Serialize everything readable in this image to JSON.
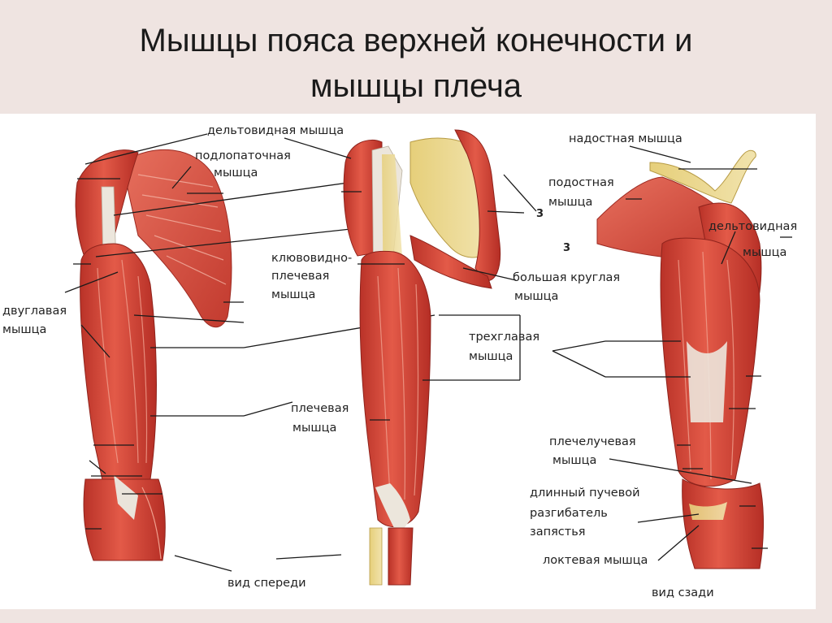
{
  "title_line1": "Мышцы пояса верхней конечности и",
  "title_line2": "мышцы плеча",
  "labels": {
    "deltoid_front": "дельтовидная мышца",
    "subscap_1": "подлопаточная",
    "subscap_2": "мышца",
    "coraco_1": "клювовидно-",
    "coraco_2": "плечевая",
    "coraco_3": "мышца",
    "biceps_1": "двуглавая",
    "biceps_2": "мышца",
    "brachialis_1": "плечевая",
    "brachialis_2": "мышца",
    "teres_1": "большая круглая",
    "teres_2": "мышца",
    "triceps_1": "трехглавая",
    "triceps_2": "мышца",
    "supra": "надостная мышца",
    "infra_1": "подостная",
    "infra_2": "мышца",
    "deltoid_back_1": "дельтовидная",
    "deltoid_back_2": "мышца",
    "brachiorad_1": "плечелучевая",
    "brachiorad_2": "мышца",
    "ecrl_1": "длинный пучевой",
    "ecrl_2": "разгибатель",
    "ecrl_3": "запястья",
    "anconeus": "локтевая мышца",
    "front_view": "вид спереди",
    "back_view": "вид сзади"
  },
  "marker_1": "3",
  "marker_2": "3",
  "colors": {
    "muscle": "#d9453a",
    "muscle_dark": "#a8261e",
    "muscle_light": "#ef8a78",
    "tendon": "#e8e2d6",
    "bone": "#e9d89a",
    "leader": "#1a1a1a"
  }
}
